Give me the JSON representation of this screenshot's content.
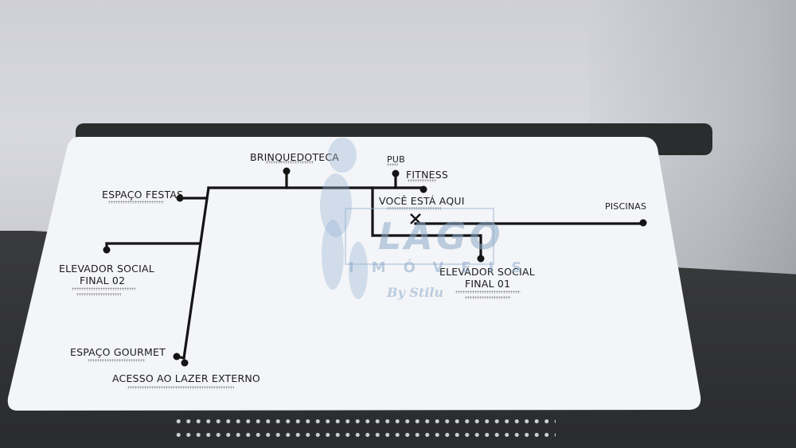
{
  "map": {
    "brinquedoteca": "BRINQUEDOTECA",
    "pub": "PUB",
    "fitness": "FITNESS",
    "espaco_festas": "ESPAÇO FESTAS",
    "voce_esta_aqui": "VOCÊ ESTÁ AQUI",
    "piscinas": "PISCINAS",
    "elevador_02_line1": "ELEVADOR SOCIAL",
    "elevador_02_line2": "FINAL 02",
    "elevador_01_line1": "ELEVADOR SOCIAL",
    "elevador_01_line2": "FINAL 01",
    "espaco_gourmet": "ESPAÇO GOURMET",
    "acesso_lazer": "ACESSO AO LAZER EXTERNO"
  },
  "watermark": {
    "brand": "LAGO",
    "sub": "IMÓVEIS",
    "by": "By Stilu"
  },
  "colors": {
    "panel": "#f4f5f8",
    "line": "#141414",
    "stand": "#2c2d2f"
  }
}
